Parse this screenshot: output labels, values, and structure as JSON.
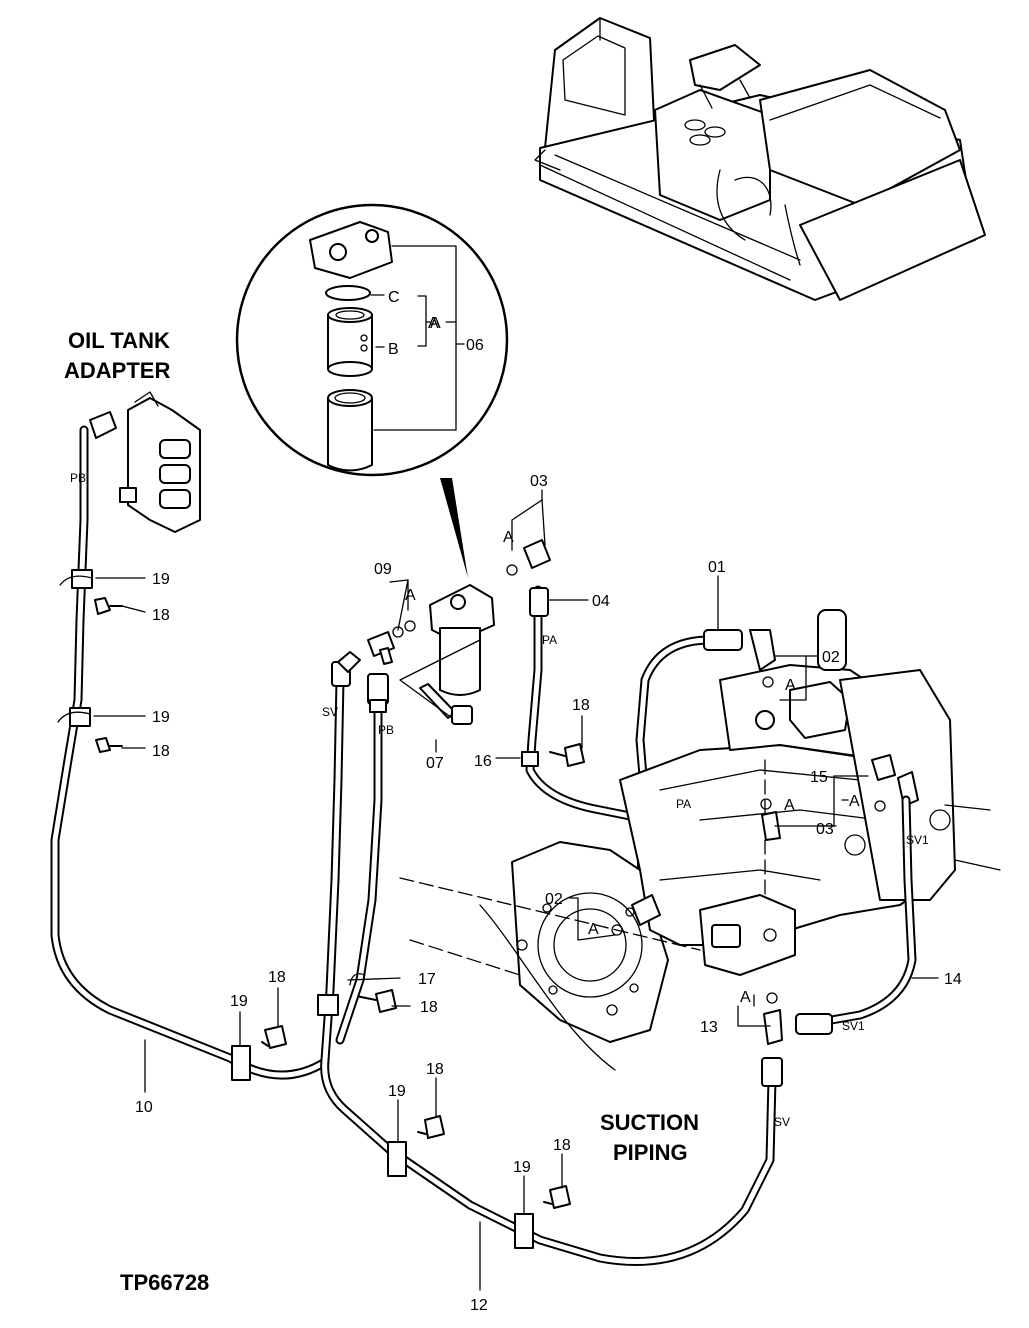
{
  "titles": {
    "oil_tank_line1": "OIL TANK",
    "oil_tank_line2": "ADAPTER",
    "suction_line1": "SUCTION",
    "suction_line2": "PIPING",
    "figure_id": "TP66728"
  },
  "detail_labels": {
    "c": "C",
    "b": "B",
    "a": "A",
    "p06": "06"
  },
  "callouts": {
    "p01": "01",
    "p02a": "02",
    "p02b": "02",
    "p03a": "03",
    "p03b": "03",
    "p04": "04",
    "p07": "07",
    "p09": "09",
    "p10": "10",
    "p12": "12",
    "p13": "13",
    "p14": "14",
    "p15": "15",
    "p16": "16",
    "p17": "17",
    "p18a": "18",
    "p18b": "18",
    "p18c": "18",
    "p18d": "18",
    "p18e": "18",
    "p18f": "18",
    "p18g": "18",
    "p19a": "19",
    "p19b": "19",
    "p19c": "19",
    "p19d": "19",
    "p19e": "19"
  },
  "a_markers": [
    "A",
    "A",
    "A",
    "A",
    "A",
    "A",
    "A",
    "A"
  ],
  "hose_marks": {
    "pb1": "PB",
    "pb2": "PB",
    "sv1": "SV",
    "sv2": "SV",
    "pa1": "PA",
    "pa2": "PA",
    "sv1a": "SV1",
    "sv1b": "SV1"
  }
}
